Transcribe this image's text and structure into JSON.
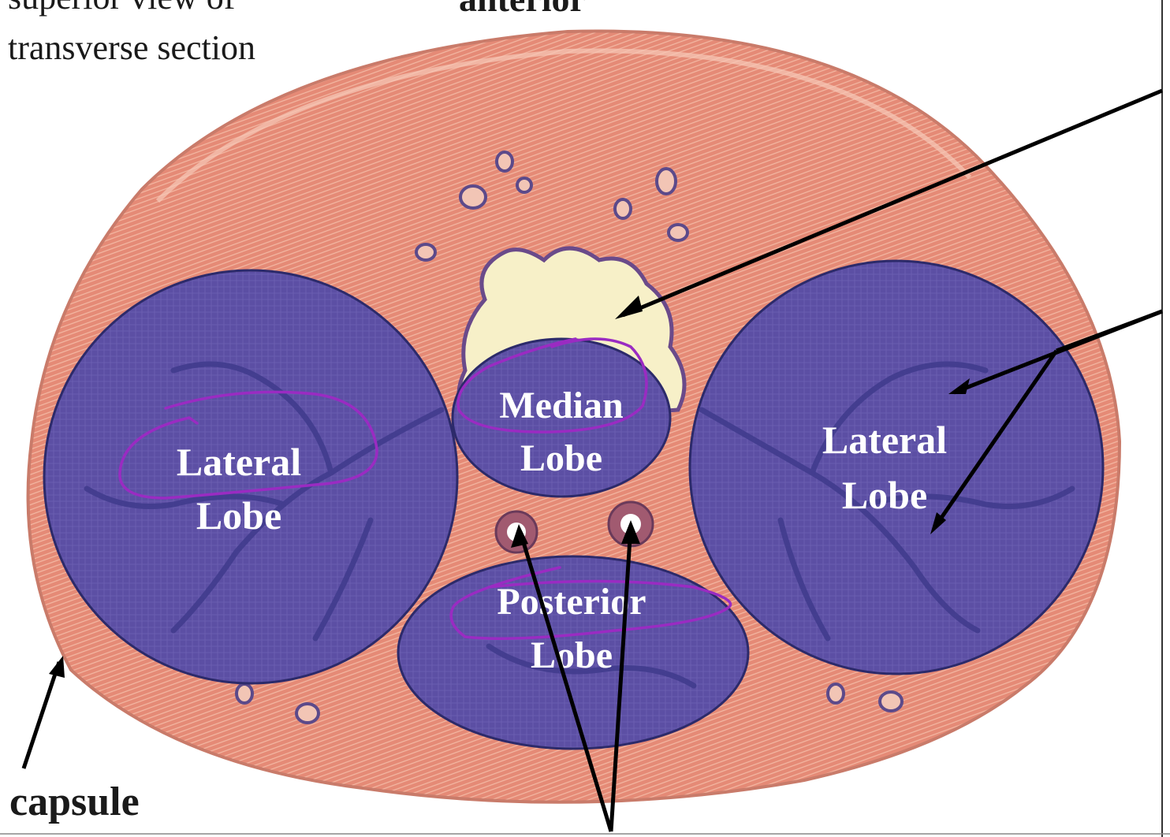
{
  "captions": {
    "line1": "superior view of",
    "line2": "transverse section",
    "top": "anterior",
    "bottom_left": "capsule"
  },
  "lobes": {
    "left_lateral": [
      "Lateral",
      "Lobe"
    ],
    "median": [
      "Median",
      "Lobe"
    ],
    "right_lateral": [
      "Lateral",
      "Lobe"
    ],
    "posterior": [
      "Posterior",
      "Lobe"
    ]
  },
  "colors": {
    "stroma": "#e8907c",
    "lobe_fill": "#5b4fa3",
    "urethra": "#f7f0c8",
    "annotation": "#9a2bc2",
    "arrow": "#000000"
  }
}
